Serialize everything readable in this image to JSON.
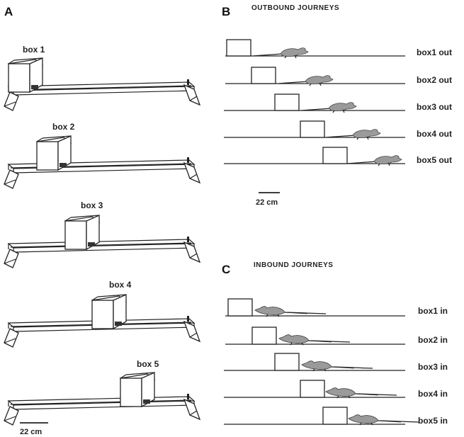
{
  "panels": {
    "A": {
      "letter": "A",
      "box_labels": [
        "box 1",
        "box 2",
        "box 3",
        "box 4",
        "box 5"
      ],
      "scale_label": "22 cm"
    },
    "B": {
      "letter": "B",
      "heading": "OUTBOUND JOURNEYS",
      "row_labels": [
        "box1 out",
        "box2 out",
        "box3 out",
        "box4 out",
        "box5 out"
      ],
      "scale_label": "22 cm"
    },
    "C": {
      "letter": "C",
      "heading": "INBOUND JOURNEYS",
      "row_labels": [
        "box1 in",
        "box2 in",
        "box3 in",
        "box4 in",
        "box5 in"
      ]
    }
  }
}
